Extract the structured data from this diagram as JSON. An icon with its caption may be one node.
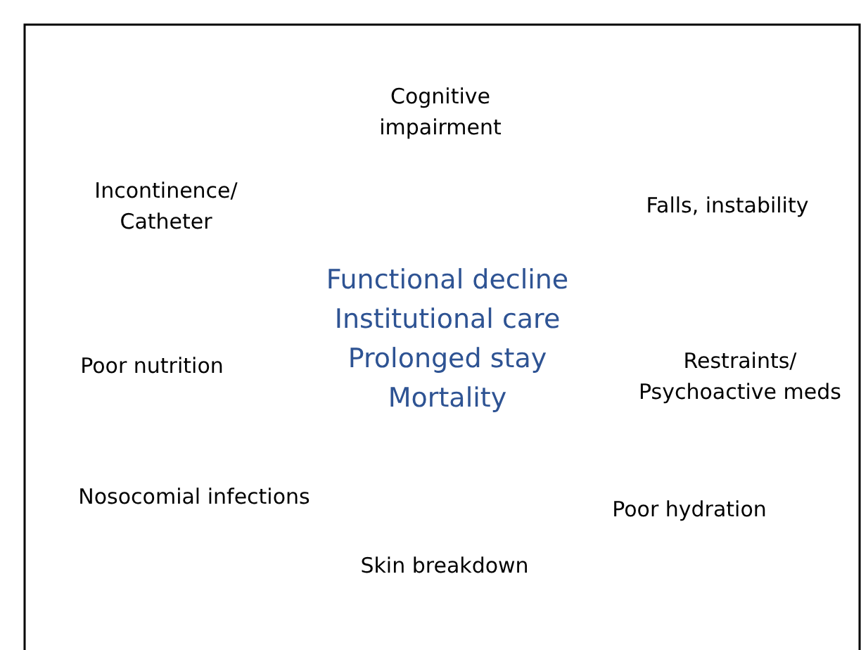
{
  "diagram": {
    "labels": [
      "Cognitive impairment",
      "Incontinence/ Catheter",
      "Falls, instability",
      "Functional decline",
      "Institutional care",
      "Prolonged stay",
      "Mortality",
      "Poor nutrition",
      "Restraints/ Psychoactive meds",
      "Nosocomial infections",
      "Poor hydration",
      "Skin breakdown"
    ]
  }
}
